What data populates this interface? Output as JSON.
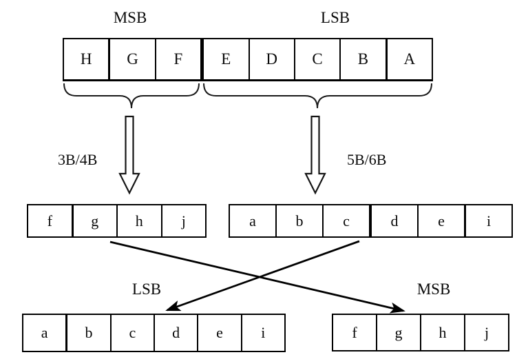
{
  "diagram": {
    "title_semantics": "8b/10b sub-block encoding diagram",
    "top": {
      "msb_label": "MSB",
      "lsb_label": "LSB",
      "cells": [
        "H",
        "G",
        "F",
        "E",
        "D",
        "C",
        "B",
        "A"
      ]
    },
    "encoders": {
      "left_arrow_label": "3B/4B",
      "right_arrow_label": "5B/6B"
    },
    "middle": {
      "left_cells": [
        "f",
        "g",
        "h",
        "j"
      ],
      "right_cells": [
        "a",
        "b",
        "c",
        "d",
        "e",
        "i"
      ]
    },
    "bottom": {
      "lsb_label": "LSB",
      "msb_label": "MSB",
      "left_cells": [
        "a",
        "b",
        "c",
        "d",
        "e",
        "i"
      ],
      "right_cells": [
        "f",
        "g",
        "h",
        "j"
      ]
    },
    "colors": {
      "ink": "#0a0a0a",
      "line": "#000000",
      "background": "#ffffff"
    }
  }
}
